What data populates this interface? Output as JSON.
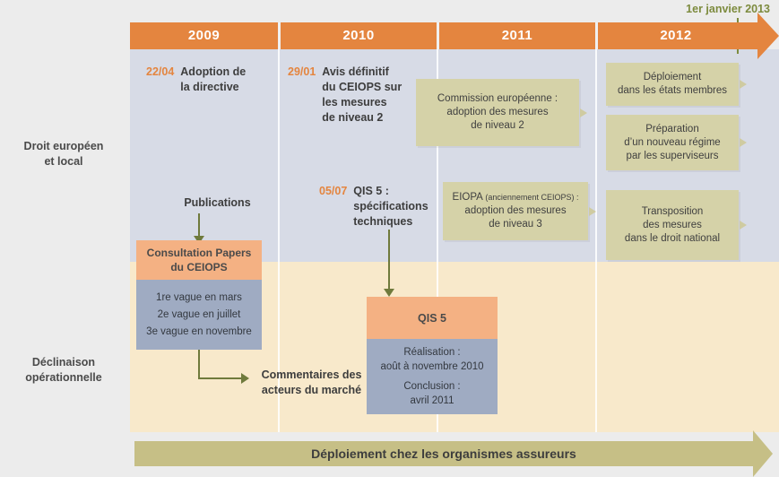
{
  "timeline": {
    "years": [
      "2009",
      "2010",
      "2011",
      "2012"
    ],
    "end_marker_label": "1er janvier 2013",
    "accent_color": "#e4853f",
    "marker_color": "#7d8b3e"
  },
  "rows": [
    {
      "label_line1": "Droit européen",
      "label_line2": "et local"
    },
    {
      "label_line1": "Déclinaison",
      "label_line2": "opérationnelle"
    }
  ],
  "events": {
    "adoption_directive": {
      "date": "22/04",
      "text": "Adoption de\nla directive"
    },
    "avis_ceiops": {
      "date": "29/01",
      "text": "Avis définitif\ndu CEIOPS sur\nles mesures\nde niveau 2"
    },
    "qis5_specs": {
      "date": "05/07",
      "text": "QIS 5 :\nspécifications\ntechniques"
    },
    "publications": {
      "text": "Publications"
    },
    "commentaires": {
      "text": "Commentaires des\nacteurs du marché"
    }
  },
  "boxes": {
    "commission_europeenne": {
      "line1": "Commission européenne :",
      "line2": "adoption des mesures",
      "line3": "de niveau 2"
    },
    "eiopa": {
      "line1_main": "EIOPA",
      "line1_sub": "(anciennement CEIOPS) :",
      "line2": "adoption des mesures",
      "line3": "de niveau 3"
    },
    "deploiement_etats": {
      "line1": "Déploiement",
      "line2": "dans les états membres"
    },
    "preparation_regime": {
      "line1": "Préparation",
      "line2": "d’un nouveau régime",
      "line3": "par les superviseurs"
    },
    "transposition": {
      "line1": "Transposition",
      "line2": "des mesures",
      "line3": "dans le droit national"
    },
    "consultation_papers": {
      "header_line1": "Consultation Papers",
      "header_line2": "du CEIOPS",
      "body_line1": "1re vague en mars",
      "body_line2": "2e vague en juillet",
      "body_line3": "3e vague en novembre"
    },
    "qis5": {
      "header": "QIS 5",
      "body_line1": "Réalisation :",
      "body_line2": "août à novembre 2010",
      "body_line3": "Conclusion :",
      "body_line4": "avril 2011"
    }
  },
  "banner": {
    "text": "Déploiement chez les organismes assureurs"
  }
}
